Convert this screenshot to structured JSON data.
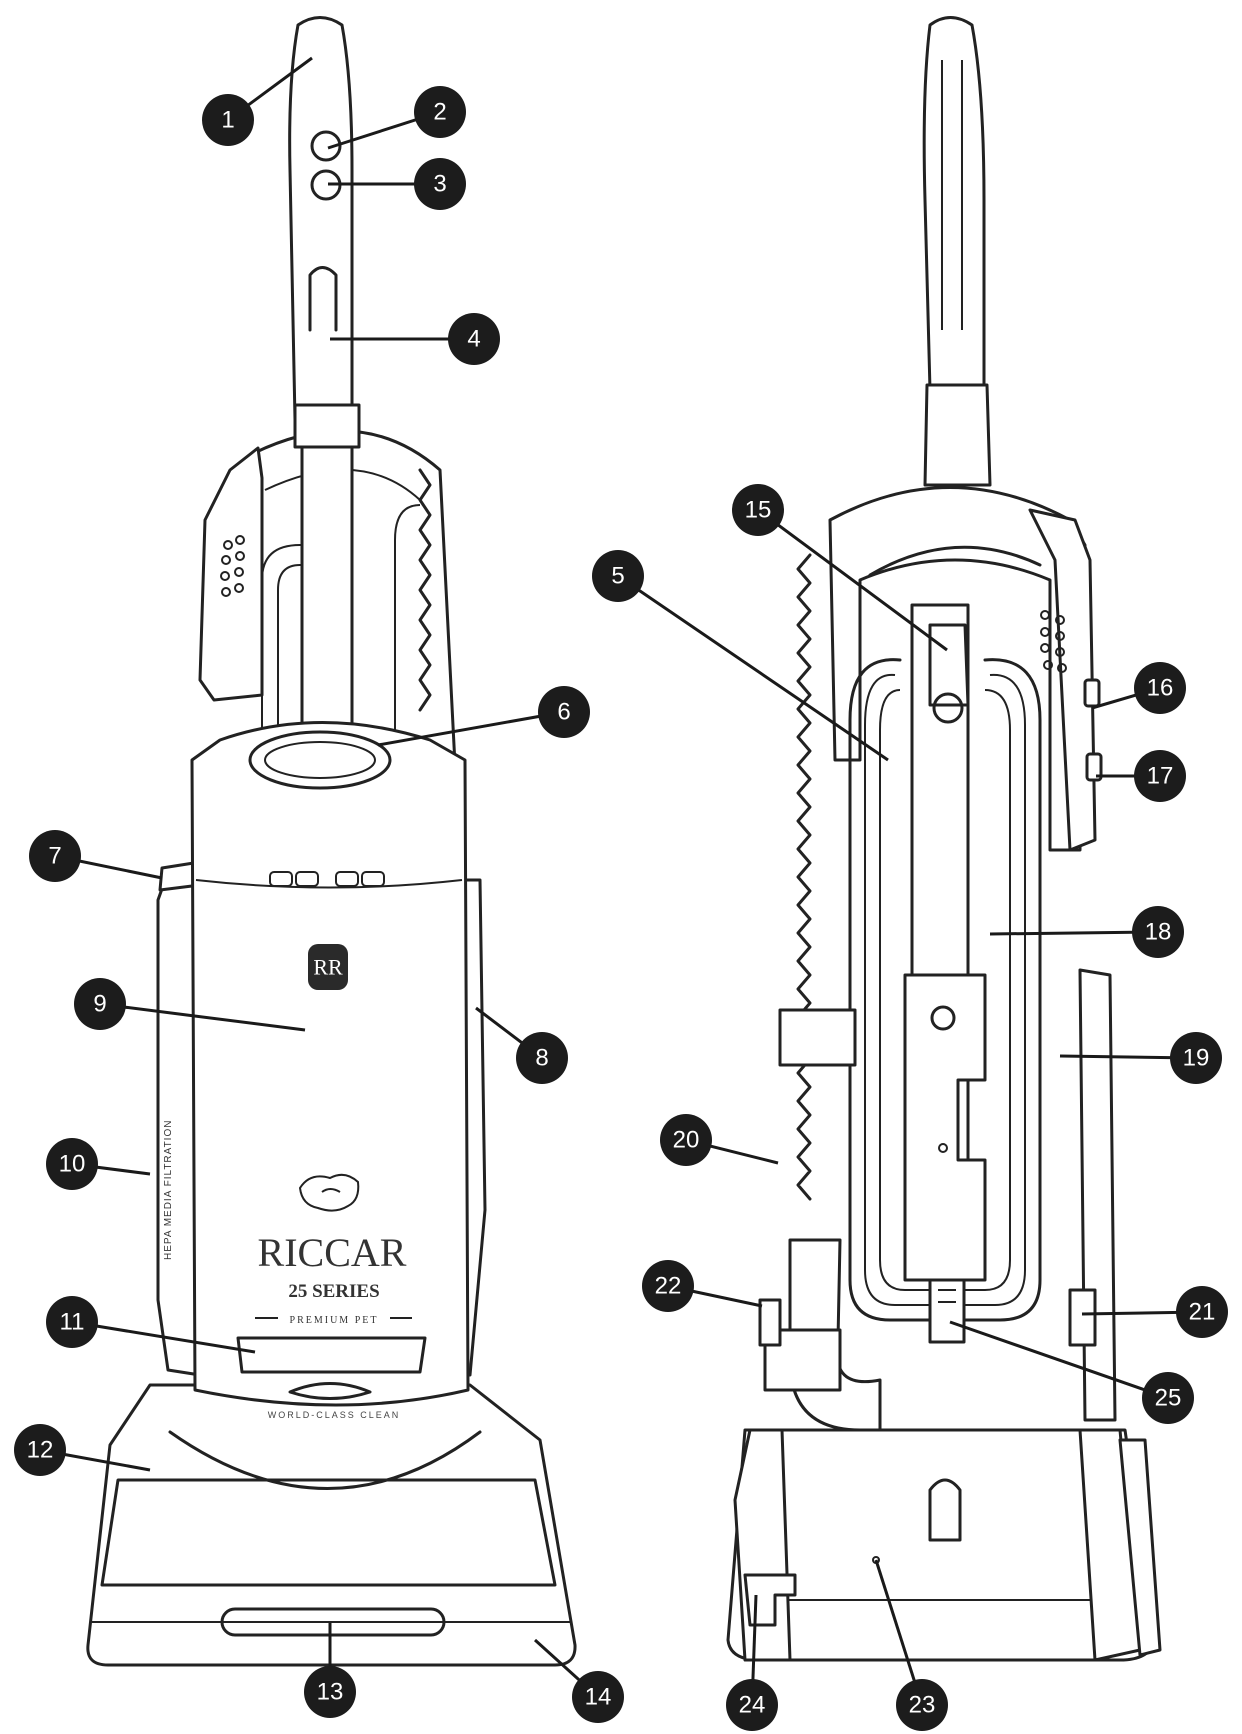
{
  "vacuum": {
    "logo_monogram": "RR",
    "hepa_text": "HEPA MEDIA FILTRATION",
    "brand_name": "RICCAR",
    "series": "25 SERIES",
    "edition": "PREMIUM PET",
    "tagline": "WORLD-CLASS CLEAN"
  },
  "callouts": [
    {
      "number": "1"
    },
    {
      "number": "2"
    },
    {
      "number": "3"
    },
    {
      "number": "4"
    },
    {
      "number": "5"
    },
    {
      "number": "6"
    },
    {
      "number": "7"
    },
    {
      "number": "8"
    },
    {
      "number": "9"
    },
    {
      "number": "10"
    },
    {
      "number": "11"
    },
    {
      "number": "12"
    },
    {
      "number": "13"
    },
    {
      "number": "14"
    },
    {
      "number": "15"
    },
    {
      "number": "16"
    },
    {
      "number": "17"
    },
    {
      "number": "18"
    },
    {
      "number": "19"
    },
    {
      "number": "20"
    },
    {
      "number": "21"
    },
    {
      "number": "22"
    },
    {
      "number": "23"
    },
    {
      "number": "24"
    },
    {
      "number": "25"
    }
  ]
}
